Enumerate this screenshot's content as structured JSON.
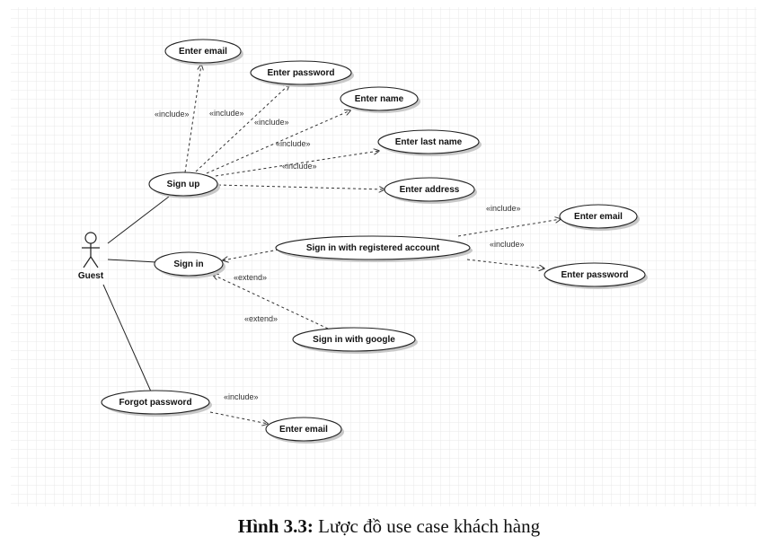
{
  "actor": {
    "name": "Guest"
  },
  "use_cases": {
    "signup": "Sign up",
    "signup_email": "Enter email",
    "signup_password": "Enter password",
    "signup_name": "Enter name",
    "signup_lastname": "Enter last name",
    "signup_address": "Enter address",
    "signin": "Sign in",
    "signin_registered": "Sign in with registered account",
    "signin_reg_email": "Enter email",
    "signin_reg_password": "Enter password",
    "signin_google": "Sign in with google",
    "forgot": "Forgot password",
    "forgot_email": "Enter email"
  },
  "stereotypes": {
    "include": "«include»",
    "extend": "«extend»"
  },
  "caption": {
    "label": "Hình 3.3:",
    "text": " Lược đồ use case khách hàng"
  }
}
